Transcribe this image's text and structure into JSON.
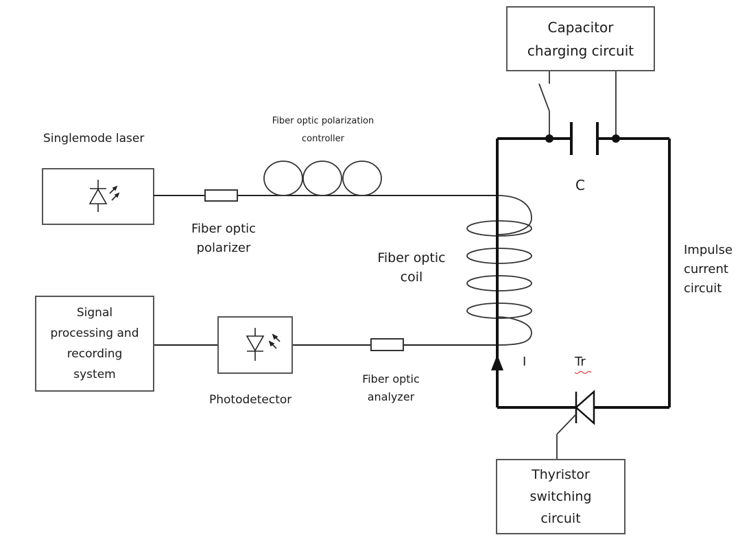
{
  "diagram": {
    "title": "",
    "labels": {
      "singlemode_laser": "Singlemode laser",
      "polarization_controller": "Fiber optic polarization\ncontroller",
      "polarizer": "Fiber optic\npolarizer",
      "fiber_coil": "Fiber optic\ncoil",
      "capacitor": "C",
      "impulse_circuit": "Impulse\ncurrent\ncircuit",
      "current": "I",
      "thyristor": "Tr",
      "photodetector": "Photodetector",
      "analyzer": "Fiber optic\nanalyzer"
    },
    "boxes": {
      "capacitor_charging": "Capacitor\ncharging circuit",
      "signal_processing": "Signal\nprocessing and\nrecording\nsystem",
      "thyristor_switching": "Thyristor\nswitching\ncircuit"
    },
    "colors": {
      "line": "#222222",
      "box_border": "#555555",
      "text": "#1a1a1a"
    }
  }
}
